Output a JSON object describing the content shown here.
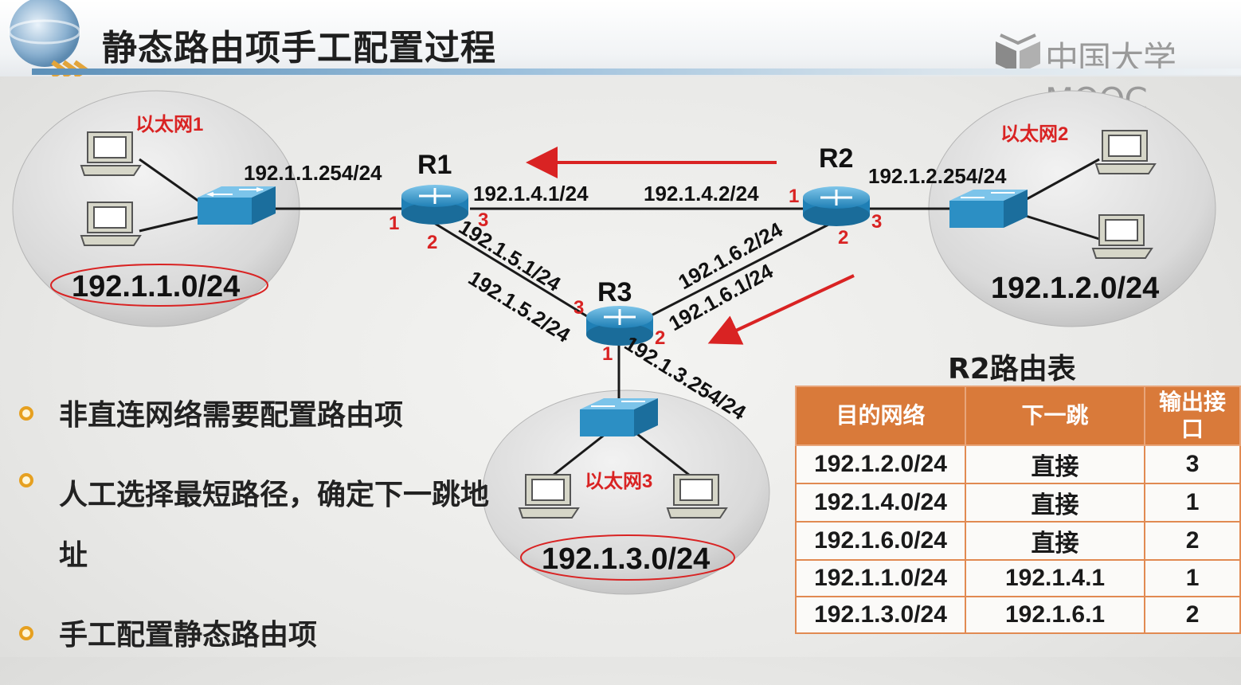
{
  "header": {
    "title": "静态路由项手工配置过程",
    "logo": "中国大学MOOC",
    "logo_icon": "mooc-book-icon"
  },
  "diagram": {
    "routers": [
      {
        "id": "r1",
        "name": "R1"
      },
      {
        "id": "r2",
        "name": "R2"
      },
      {
        "id": "r3",
        "name": "R3"
      }
    ],
    "ethernets": [
      {
        "label": "以太网1",
        "network": "192.1.1.0/24"
      },
      {
        "label": "以太网2",
        "network": "192.1.2.0/24"
      },
      {
        "label": "以太网3",
        "network": "192.1.3.0/24"
      }
    ],
    "addresses": {
      "r1_eth": "192.1.1.254/24",
      "r1_r2": "192.1.4.1/24",
      "r2_r1": "192.1.4.2/24",
      "r2_eth": "192.1.2.254/24",
      "r1_r3": "192.1.5.1/24",
      "r3_r1": "192.1.5.2/24",
      "r2_r3": "192.1.6.2/24",
      "r3_r2": "192.1.6.1/24",
      "r3_eth": "192.1.3.254/24"
    },
    "ports": {
      "r1": [
        "1",
        "2",
        "3"
      ],
      "r2": [
        "1",
        "2",
        "3"
      ],
      "r3": [
        "1",
        "2",
        "3"
      ]
    },
    "accent_red": "#d92323"
  },
  "bullets": [
    "非直连网络需要配置路由项",
    "人工选择最短路径，确定下一跳地址",
    "手工配置静态路由项"
  ],
  "routing_table": {
    "title": "R2路由表",
    "headers": [
      "目的网络",
      "下一跳",
      "输出接口"
    ],
    "rows": [
      [
        "192.1.2.0/24",
        "直接",
        "3"
      ],
      [
        "192.1.4.0/24",
        "直接",
        "1"
      ],
      [
        "192.1.6.0/24",
        "直接",
        "2"
      ],
      [
        "192.1.1.0/24",
        "192.1.4.1",
        "1"
      ],
      [
        "192.1.3.0/24",
        "192.1.6.1",
        "2"
      ]
    ],
    "header_color": "#d97a3a"
  }
}
